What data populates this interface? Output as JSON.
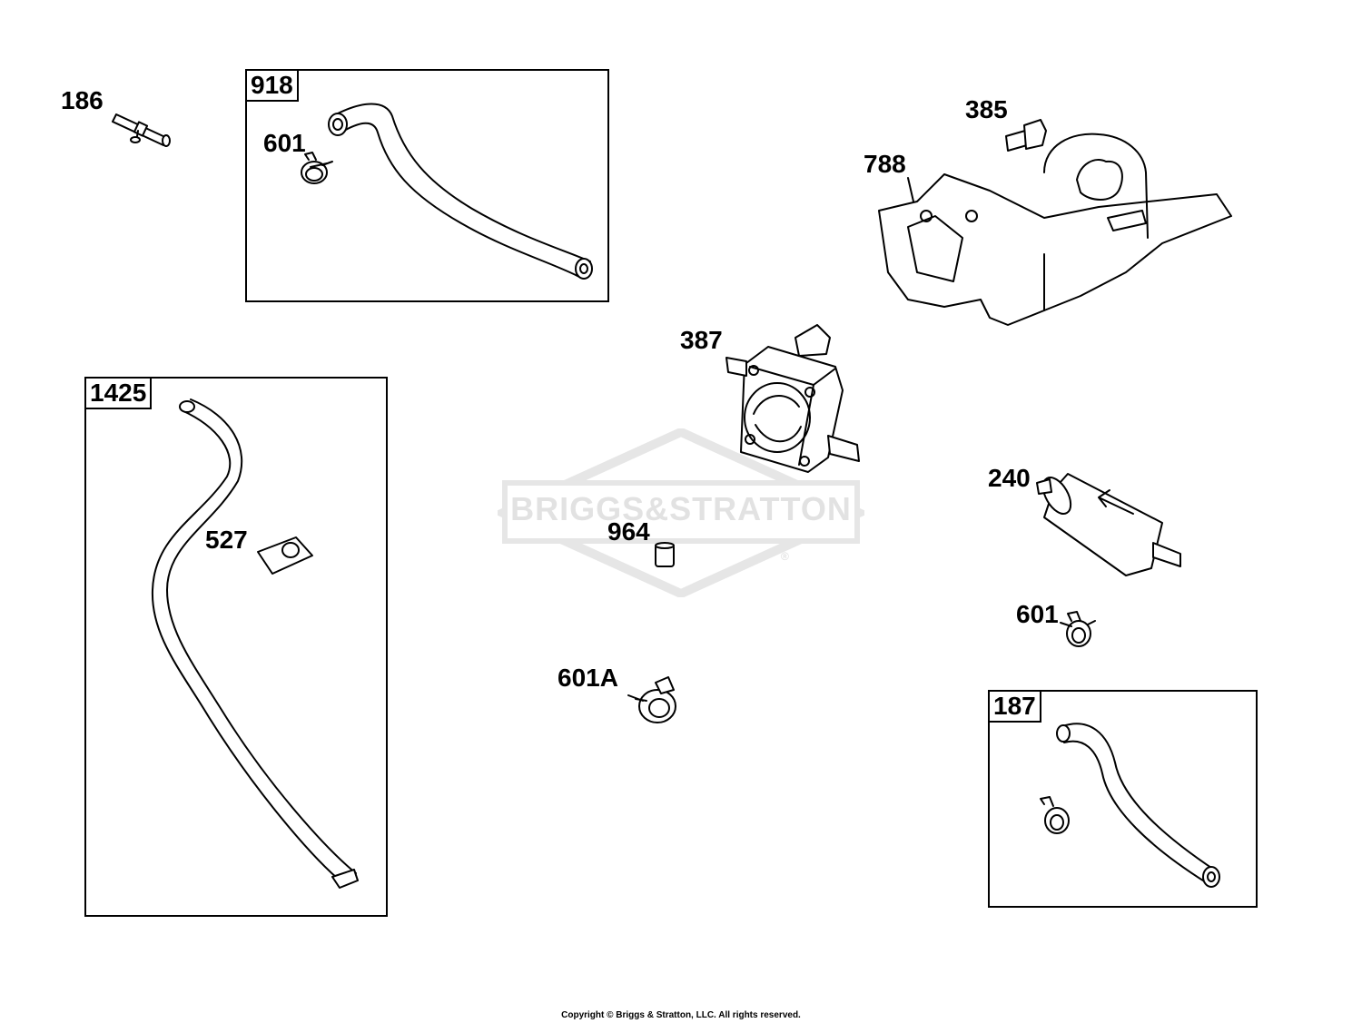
{
  "title": "",
  "watermark": {
    "brand": "BRIGGS&STRATTON",
    "mark": "®"
  },
  "boxes": [
    {
      "id": "box-918",
      "tag": "918"
    },
    {
      "id": "box-1425",
      "tag": "1425"
    },
    {
      "id": "box-187",
      "tag": "187"
    }
  ],
  "callouts": {
    "p186": "186",
    "p601_top": "601",
    "p385": "385",
    "p788": "788",
    "p387": "387",
    "p527": "527",
    "p964": "964",
    "p240": "240",
    "p601_right": "601",
    "p601a": "601A"
  },
  "copyright": "Copyright © Briggs & Stratton, LLC. All rights reserved."
}
